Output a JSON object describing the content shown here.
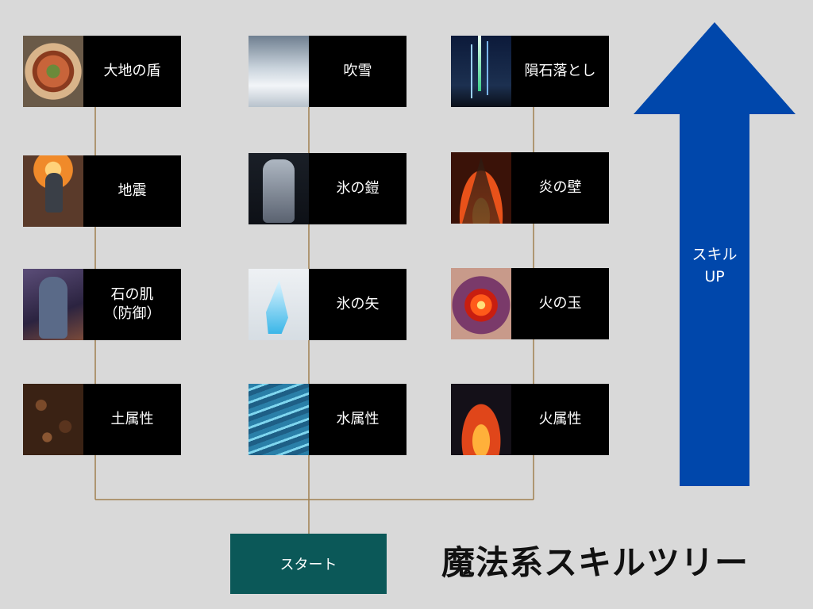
{
  "title": "魔法系スキルツリー",
  "start_label": "スタート",
  "arrow": {
    "line1": "スキル",
    "line2": "UP",
    "color": "#0047ab"
  },
  "start_color": "#0b5858",
  "connector_color": "#a08050",
  "columns": {
    "earth": {
      "shield": "大地の盾",
      "quake": "地震",
      "stone_line1": "石の肌",
      "stone_line2": "（防御）",
      "attr": "土属性"
    },
    "water": {
      "blizzard": "吹雪",
      "armor": "氷の鎧",
      "arrow": "氷の矢",
      "attr": "水属性"
    },
    "fire": {
      "meteor": "隕石落とし",
      "wall": "炎の壁",
      "ball": "火の玉",
      "attr": "火属性"
    }
  }
}
